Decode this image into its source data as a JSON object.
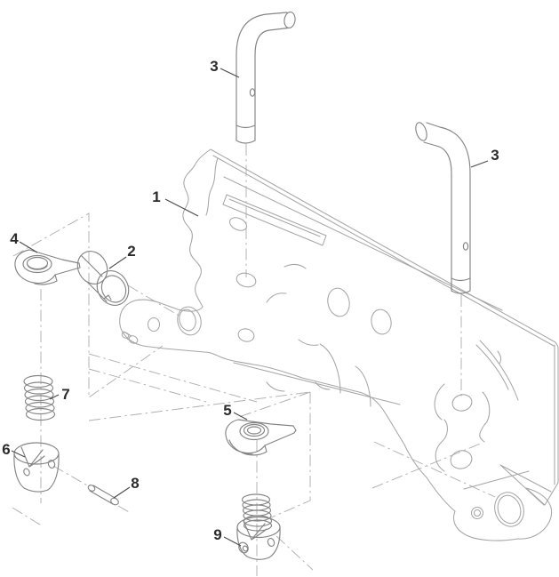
{
  "diagram": {
    "type": "exploded-parts-diagram",
    "background_color": "#ffffff",
    "bracket_line_color": "#a6a6a6",
    "part_line_color": "#858585",
    "phantom_line_color": "#b0b0b0",
    "callout_color": "#2b2b2b",
    "callouts": [
      {
        "label": "1",
        "points_to": "main-bracket-weldment"
      },
      {
        "label": "2",
        "points_to": "bushing"
      },
      {
        "label": "3",
        "points_to": "handle-rod-front"
      },
      {
        "label": "3",
        "points_to": "handle-rod-rear"
      },
      {
        "label": "4",
        "points_to": "latch-keeper-upper-left"
      },
      {
        "label": "5",
        "points_to": "latch-keeper-lower-center"
      },
      {
        "label": "6",
        "points_to": "latch-cup-left"
      },
      {
        "label": "7",
        "points_to": "spring-left"
      },
      {
        "label": "8",
        "points_to": "clevis-pin"
      },
      {
        "label": "9",
        "points_to": "latch-cup-spring-assembly"
      }
    ]
  }
}
